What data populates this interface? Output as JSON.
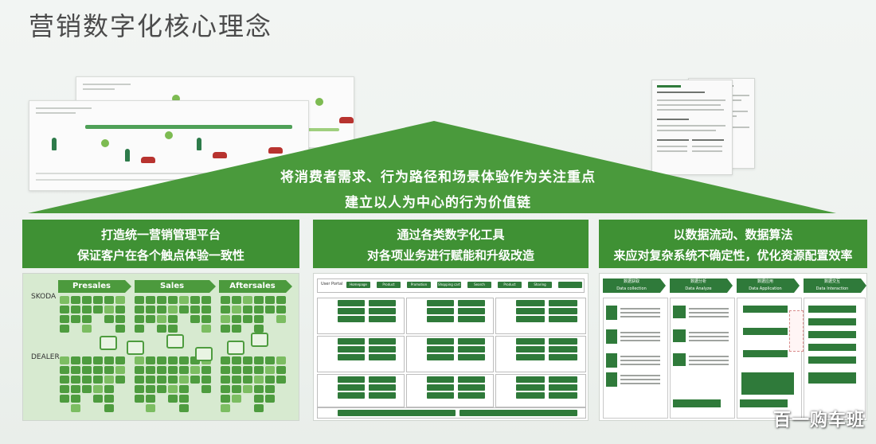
{
  "page": {
    "title": "营销数字化核心理念",
    "watermark": "百一购车班"
  },
  "roof": {
    "line1": "将消费者需求、行为路径和场景体验作为关注重点",
    "line2": "建立以人为中心的行为价值链",
    "color": "#4a9a3c"
  },
  "pillars": [
    {
      "line1": "打造统一营销管理平台",
      "line2": "保证客户在各个触点体验一致性"
    },
    {
      "line1": "通过各类数字化工具",
      "line2": "对各项业务进行赋能和升级改造"
    },
    {
      "line1": "以数据流动、数据算法",
      "line2": "来应对复杂系统不确定性，优化资源配置效率"
    }
  ],
  "journey": {
    "stages": [
      "Presales",
      "Sales",
      "Aftersales"
    ],
    "rows": [
      "SKODA",
      "DEALER"
    ]
  },
  "platform": {
    "top_row_label": "User Portal",
    "top_row_buttons": [
      "Homepage",
      "Product",
      "Promotion",
      "Shopping cart",
      "Search",
      "Product Comparison",
      "Sharing"
    ]
  },
  "data_flow": {
    "phases": [
      {
        "cn": "数据获取",
        "en": "Data collection"
      },
      {
        "cn": "数据分析",
        "en": "Data Analyze"
      },
      {
        "cn": "数据应用",
        "en": "Data Application"
      },
      {
        "cn": "数据交互",
        "en": "Data Interaction"
      }
    ]
  },
  "colors": {
    "brand_green": "#3f9134",
    "dark_green": "#2f7a3a",
    "tile_green": "#4e9c3f"
  }
}
